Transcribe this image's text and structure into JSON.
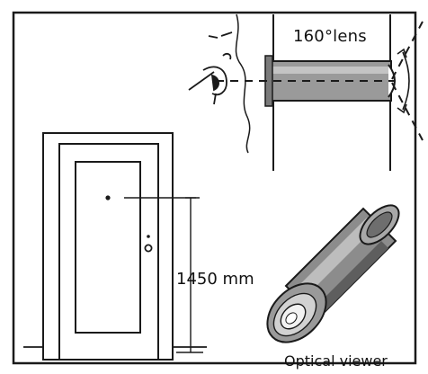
{
  "labels": {
    "lens": "160°lens",
    "height": "1450 mm",
    "product": "Optical viewer"
  },
  "colors": {
    "ink": "#1a1a1a",
    "lens_tube": "#9a9a9a",
    "viewer_body": "#8c8c8c",
    "background": "#ffffff"
  },
  "icons": [
    "eye-icon",
    "door-icon",
    "optical-viewer-icon"
  ]
}
